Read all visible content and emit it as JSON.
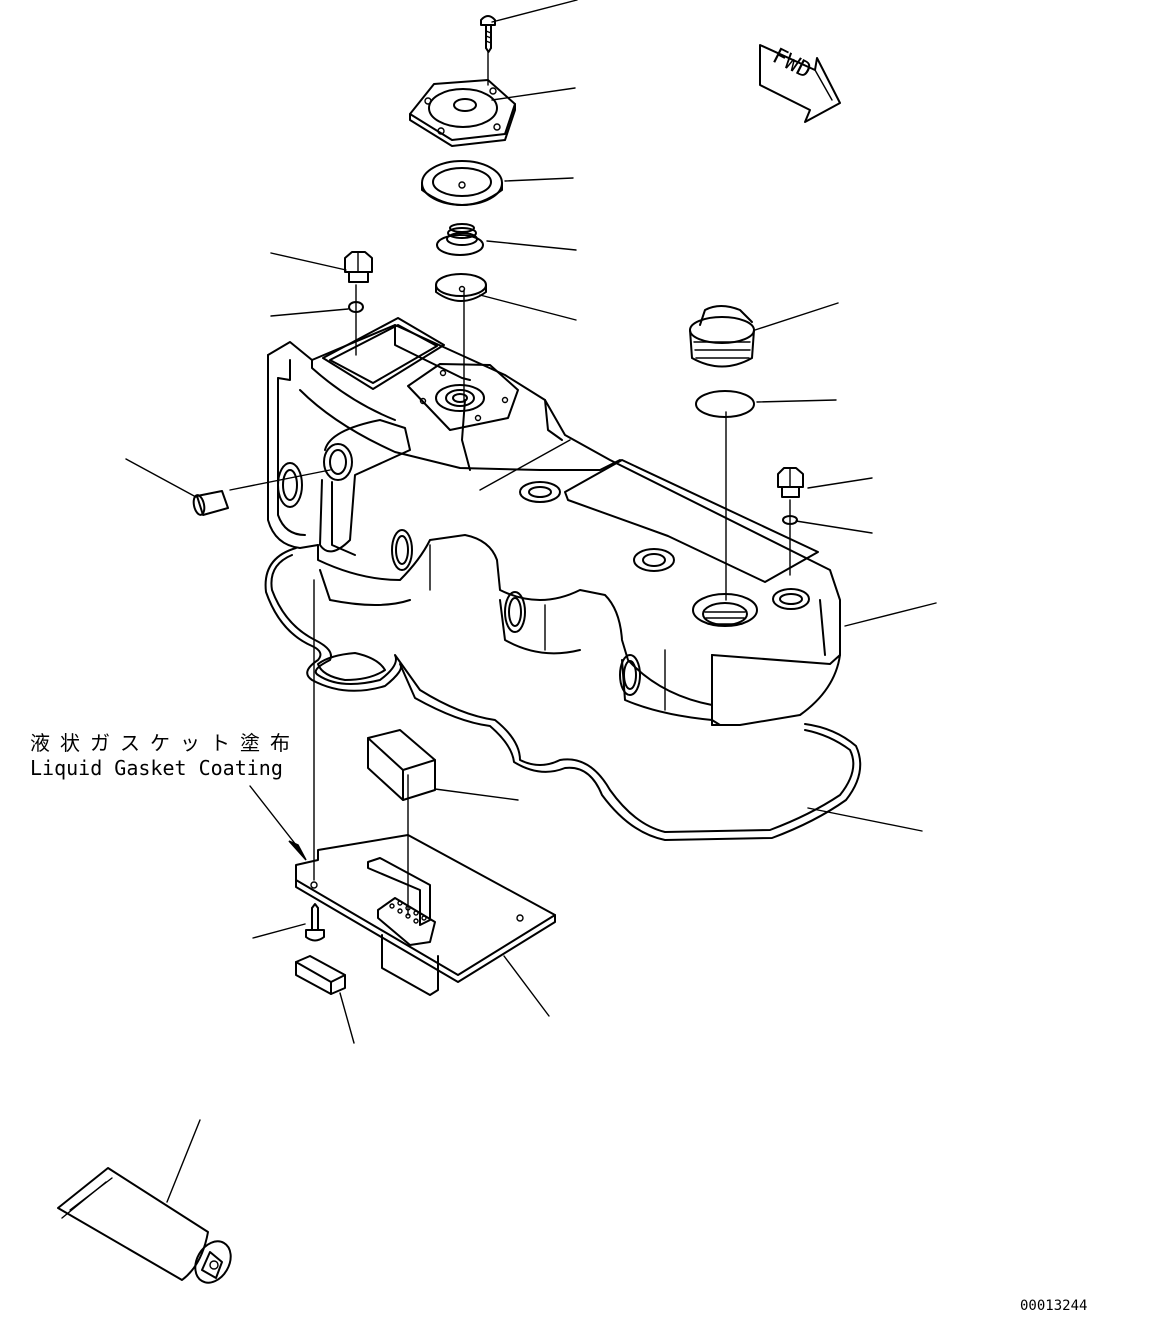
{
  "note": {
    "japanese": "液状ガスケット塗布",
    "english": "Liquid Gasket Coating"
  },
  "direction_marker": "FWD",
  "drawing_number": "00013244",
  "icons": [
    "screw-icon",
    "breather-cover-icon",
    "diaphragm-icon",
    "spring-icon",
    "valve-disc-icon",
    "bolt-icon",
    "washer-icon",
    "oil-filler-cap-icon",
    "o-ring-icon",
    "plug-icon",
    "cylinder-head-cover-icon",
    "cover-gasket-icon",
    "rubber-block-icon",
    "sensor-plate-icon",
    "rubber-pad-icon",
    "gasket-tube-icon",
    "fwd-arrow-icon"
  ]
}
